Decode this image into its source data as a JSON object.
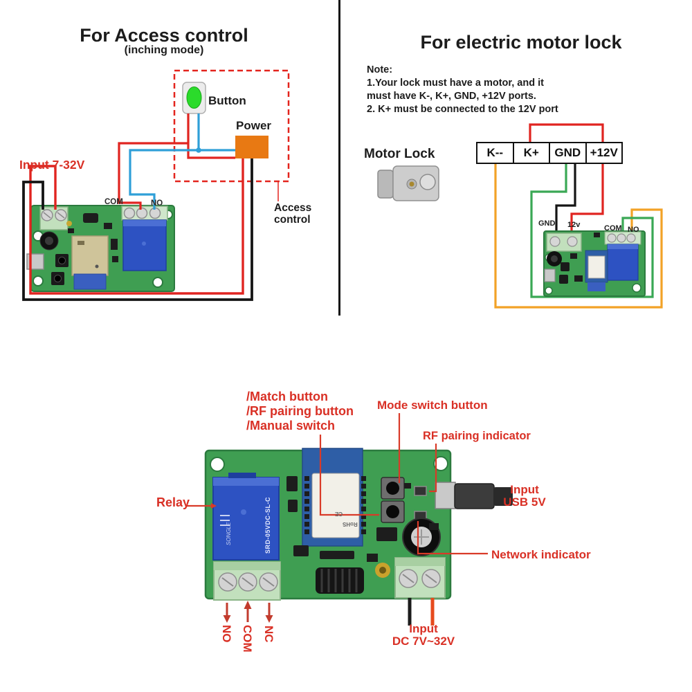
{
  "left_panel": {
    "title": "For Access control",
    "subtitle": "(inching mode)",
    "input_label": "Input 7-32V",
    "button_label": "Button",
    "power_label": "Power",
    "access_line1": "Access",
    "access_line2": "control",
    "com_label": "COM",
    "no_label": "NO"
  },
  "right_panel": {
    "title": "For electric motor lock",
    "note_lines": [
      "Note:",
      "1.Your lock must have a motor, and it",
      "must have K-, K+, GND, +12V ports.",
      "2. K+ must be connected to the 12V port"
    ],
    "motor_lock_label": "Motor Lock",
    "terminals": [
      "K--",
      "K+",
      "GND",
      "+12V"
    ],
    "pcb_gnd": "GND",
    "pcb_12v": "12v",
    "pcb_com": "COM",
    "pcb_no": "NO"
  },
  "bottom_panel": {
    "callout_lines": [
      "/Match button",
      "/RF pairing button",
      "/Manual switch"
    ],
    "mode_switch": "Mode switch button",
    "rf_indicator": "RF pairing indicator",
    "relay": "Relay",
    "usb_line1": "Input",
    "usb_line2": "USB 5V",
    "network": "Network indicator",
    "terminal_no": "NO",
    "terminal_com": "COM",
    "terminal_nc": "NC",
    "input_line1": "Input",
    "input_line2": "DC 7V~32V",
    "relay_brand": "SONGLE",
    "relay_model": "SRD-05VDC-SL-C",
    "module_ce": "CE",
    "module_rohs": "RoHS"
  },
  "colors": {
    "label_red": "#d93025",
    "wire_red": "#e02420",
    "wire_blue": "#2f9fd8",
    "wire_orange": "#f2a227",
    "wire_green": "#3aa855",
    "wire_black": "#151515",
    "pcb_green": "#3f9e52",
    "terminal_green": "#c2e0bd",
    "relay_blue": "#2d52c2",
    "power_orange": "#e87913",
    "button_green": "#2bdb2b"
  }
}
